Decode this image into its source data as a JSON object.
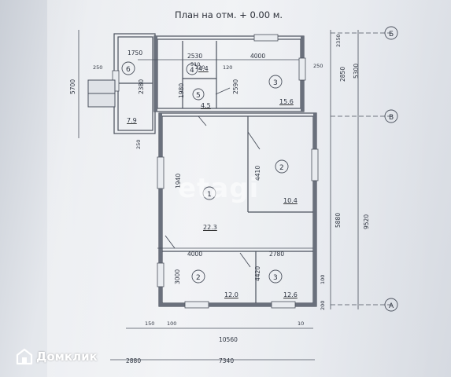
{
  "plan": {
    "title": "План на отм. + 0.00 м.",
    "watermark": "etagi",
    "rooms": [
      {
        "num": "1",
        "area": "22.3"
      },
      {
        "num": "2",
        "area": "10.4"
      },
      {
        "num": "2",
        "area": "12.0"
      },
      {
        "num": "3",
        "area": "12.6"
      },
      {
        "num": "3",
        "area": "15.6"
      },
      {
        "num": "4",
        "area": "4.4"
      },
      {
        "num": "5",
        "area": "4.5"
      },
      {
        "num": "6",
        "area": "7.9"
      }
    ],
    "dimensions": {
      "d1750": "1750",
      "d2530": "2530",
      "d4000_top": "4000",
      "d230": "230",
      "d510": "510",
      "d120": "120",
      "d250_a": "250",
      "d250_b": "250",
      "d250_c": "250",
      "d2380": "2380",
      "d2590": "2590",
      "d1980": "1980",
      "d5700": "5700",
      "d1940": "1940",
      "d4410": "4410",
      "d5880": "5880",
      "d9520": "9520",
      "d5300": "5300",
      "d4000_mid": "4000",
      "d2780": "2780",
      "d3000": "3000",
      "d4420": "4420",
      "d10": "10",
      "d200": "200",
      "d100": "100",
      "d150": "150",
      "d10560": "10560",
      "d7340": "7340",
      "d2880": "2880",
      "d2850": "2850",
      "d2350": "2350",
      "d100_b": "100"
    },
    "axes": [
      "Б",
      "В",
      "А"
    ]
  },
  "brand": {
    "name": "Домклик"
  }
}
